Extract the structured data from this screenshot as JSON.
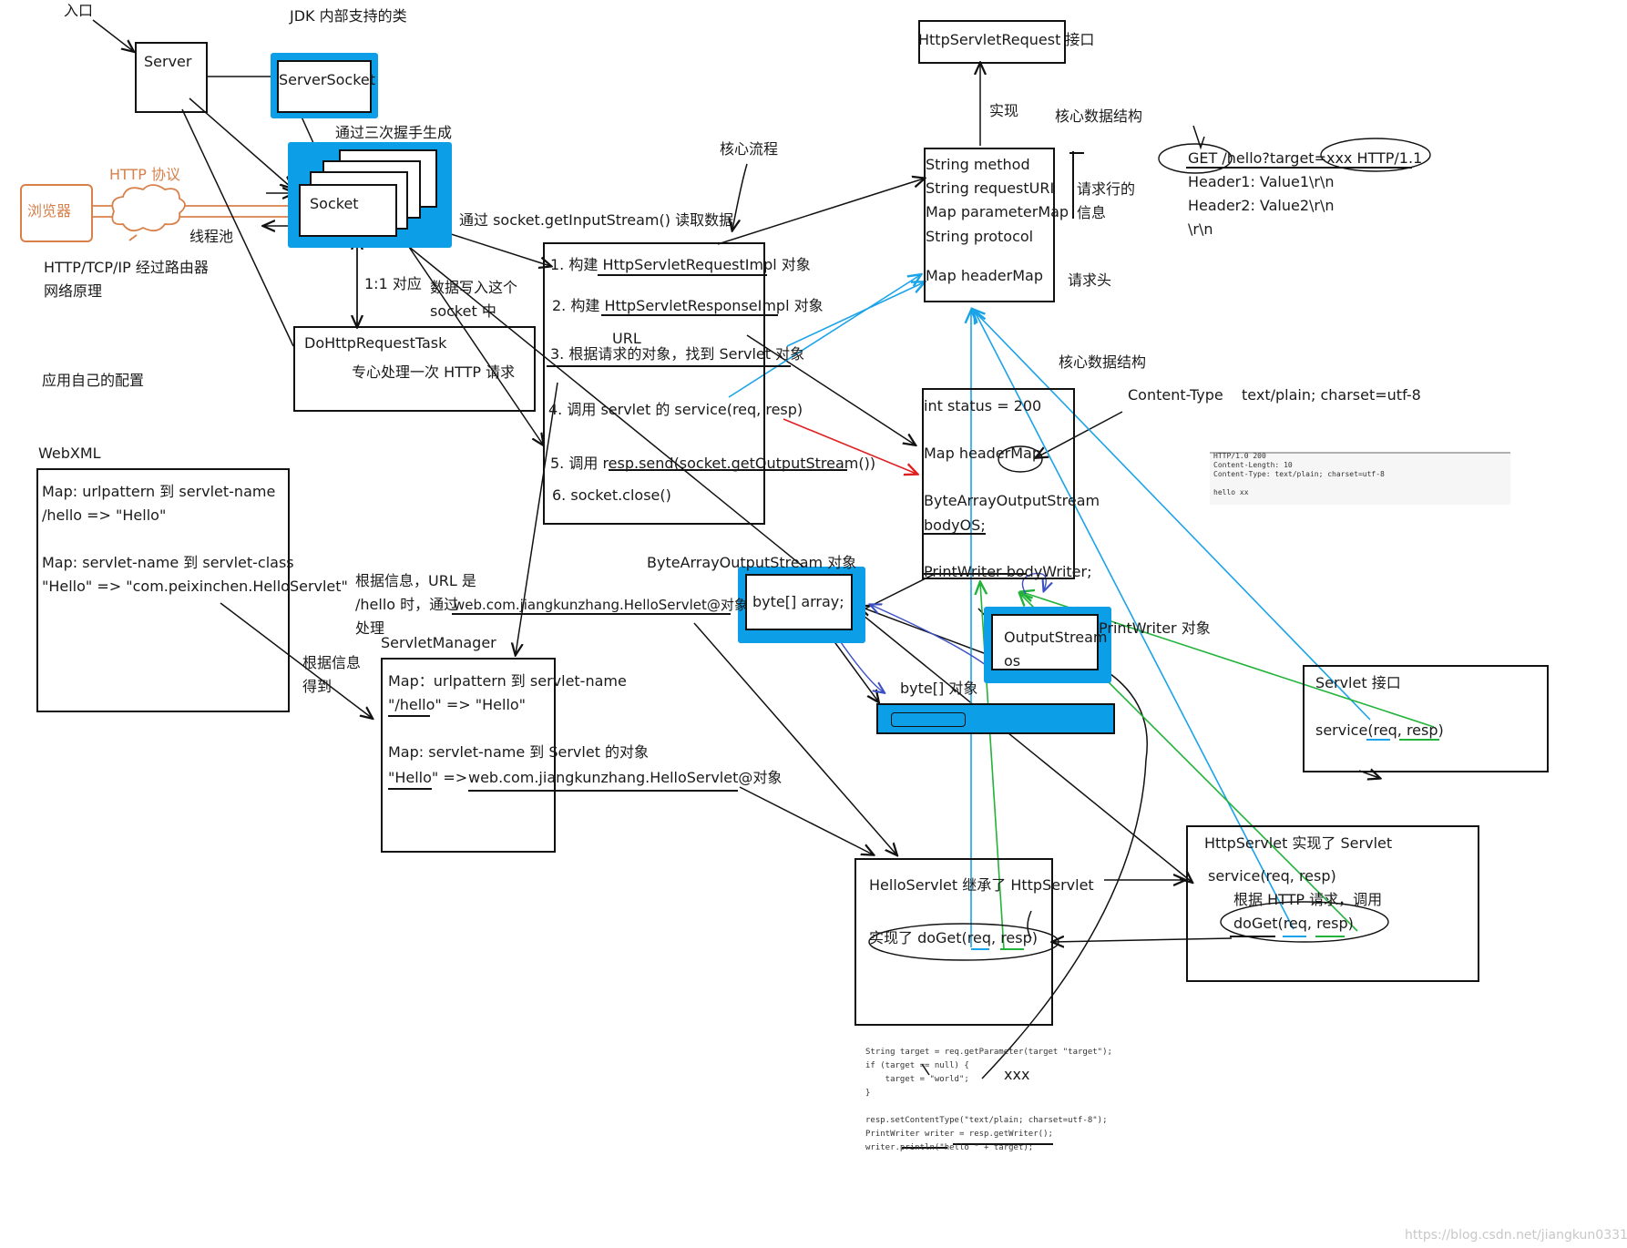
{
  "labels": {
    "entry": "入口",
    "jdk": "JDK 内部支持的类",
    "handshake": "通过三次握手生成",
    "http_protocol": "HTTP 协议",
    "browser": "浏览器",
    "threadpool": "线程池",
    "routing_line1": "HTTP/TCP/IP 经过路由器",
    "routing_line2": "网络原理",
    "one_to_one": "1:1 对应",
    "write_data_line1": "数据写入这个",
    "write_data_line2": "socket 中",
    "read_data": "通过 socket.getInputStream() 读取数据",
    "core_flow": "核心流程",
    "implement": "实现",
    "core_ds_1": "核心数据结构",
    "core_ds_2": "核心数据结构",
    "req_line_info_1": "请求行的",
    "req_line_info_2": "信息",
    "req_header": "请求头",
    "content_type": "Content-Type    text/plain; charset=utf-8",
    "own_config": "应用自己的配置",
    "web_xml": "WebXML",
    "by_info_1": "根据信息，URL 是",
    "by_info_2": "/hello 时，通过",
    "by_info_3": "处理",
    "obj_ref": "web.com.jiangkunzhang.HelloServlet@对象",
    "get_by_info_1": "根据信息",
    "get_by_info_2": "得到",
    "baos_obj": "ByteArrayOutputStream 对象",
    "byte_array_obj": "byte[] 对象",
    "printwriter_obj": "PrintWriter 对象",
    "url": "URL",
    "xxx": "xxx",
    "watermark": "https://blog.csdn.net/jiangkun0331"
  },
  "boxes": {
    "server": "Server",
    "server_socket": "ServerSocket",
    "socket": "Socket",
    "do_http_task_title": "DoHttpRequestTask",
    "do_http_task_desc": "专心处理一次 HTTP 请求",
    "http_request_iface": "HttpServletRequest 接口",
    "request_impl": [
      "String method",
      "String requestURI",
      "Map parameterMap",
      "String protocol",
      "Map headerMap"
    ],
    "flow_steps": [
      "1. 构建 HttpServletRequestImpl 对象",
      "2. 构建 HttpServletResponseImpl 对象",
      "3. 根据请求的对象，找到 Servlet 对象",
      "4. 调用 servlet 的 service(req, resp)",
      "5. 调用 resp.send(socket.getOutputStream())",
      "6. socket.close()"
    ],
    "response_impl": [
      "int status = 200",
      "Map headerMap",
      "ByteArrayOutputStream",
      "bodyOS;",
      "PrintWriter bodyWriter;"
    ],
    "webxml": [
      "Map: urlpattern 到 servlet-name",
      "/hello => \"Hello\"",
      "Map: servlet-name 到 servlet-class",
      "\"Hello\" => \"com.peixinchen.HelloServlet\""
    ],
    "servlet_manager_title": "ServletManager",
    "servlet_manager": [
      "Map：urlpattern 到 servlet-name",
      "\"/hello\" => \"Hello\"",
      "Map:   servlet-name 到 Servlet 的对象",
      "\"Hello\" =>"
    ],
    "byte_array": "byte[] array;",
    "output_stream": "OutputStream",
    "output_stream_os": "os",
    "servlet_iface_title": "Servlet 接口",
    "servlet_iface_method": "service(req, resp)",
    "http_servlet_title": "HttpServlet 实现了 Servlet",
    "http_servlet_lines": [
      "service(req, resp)",
      "根据 HTTP 请求，调用",
      "doGet(req, resp)"
    ],
    "hello_servlet_title": "HelloServlet  继承了 HttpServlet",
    "hello_servlet_method": "实现了 doGet(req, resp)"
  },
  "http_request_text": [
    "GET /hello?target=xxx HTTP/1.1",
    "Header1: Value1\\r\\n",
    "Header2: Value2\\r\\n",
    "\\r\\n"
  ],
  "http_response_snippet": [
    "HTTP/1.0 200",
    "Content-Length: 10",
    "Content-Type: text/plain; charset=utf-8",
    "",
    "hello xx"
  ],
  "code_snippet": [
    "String target = req.getParameter(target \"target\");",
    "if (target == null) {",
    "    target = \"world\";",
    "}",
    "",
    "resp.setContentType(\"text/plain; charset=utf-8\");",
    "PrintWriter writer = resp.getWriter();",
    "writer.println(\"hello \" + target);"
  ],
  "colors": {
    "highlight_blue": "#0c9ee6",
    "arrow_cyan": "#1aa3e8",
    "arrow_green": "#22b33a",
    "arrow_red": "#e02020",
    "browser_orange": "#d9804a",
    "pen_purple": "#3a4fc4"
  }
}
